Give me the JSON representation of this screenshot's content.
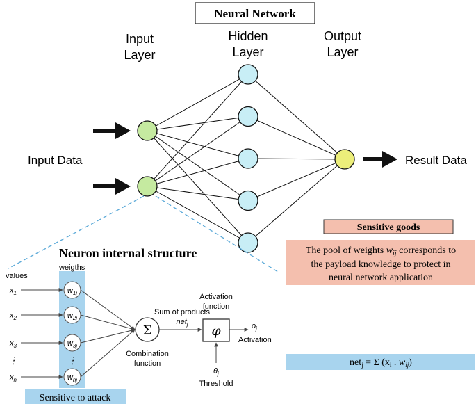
{
  "title": "Neural Network",
  "layers": {
    "input": [
      "Input",
      "Layer"
    ],
    "hidden": [
      "Hidden",
      "Layer"
    ],
    "output": [
      "Output",
      "Layer"
    ]
  },
  "input_data_label": "Input Data",
  "result_data_label": "Result Data",
  "network": {
    "input_nodes": 2,
    "hidden_nodes": 5,
    "output_nodes": 1
  },
  "colors": {
    "input_node": "#c5eaa0",
    "hidden_node": "#c8eef6",
    "output_node": "#ecee7a",
    "blue_band": "#a8d4ee",
    "salmon": "#f4bfae",
    "dashed": "#5aa9d8"
  },
  "neuron": {
    "heading": "Neuron internal structure",
    "values_label": "values",
    "weights_label": "weigths",
    "inputs": [
      "x1",
      "x2",
      "x3",
      "⋮",
      "xn"
    ],
    "weights": [
      "w1j",
      "w2j",
      "w3j",
      "⋮",
      "wnj"
    ],
    "sum_symbol": "Σ",
    "combination_label": [
      "Combination",
      "function"
    ],
    "sum_of_products_label": "Sum of products",
    "net_label": "net",
    "activation_label": [
      "Activation",
      "function"
    ],
    "phi_symbol": "φ",
    "output_label": "o",
    "output_activation": "Activation",
    "threshold_symbol": "θ",
    "threshold_label": "Threshold",
    "sensitive_to_attack": "Sensitive to attack"
  },
  "sensitive_goods": {
    "title": "Sensitive goods",
    "text_lines": [
      "The pool of weights",
      "corresponds to",
      "the payload knowledge to protect in",
      "neural network application"
    ],
    "weight_symbol": "w"
  },
  "formula": "net"
}
